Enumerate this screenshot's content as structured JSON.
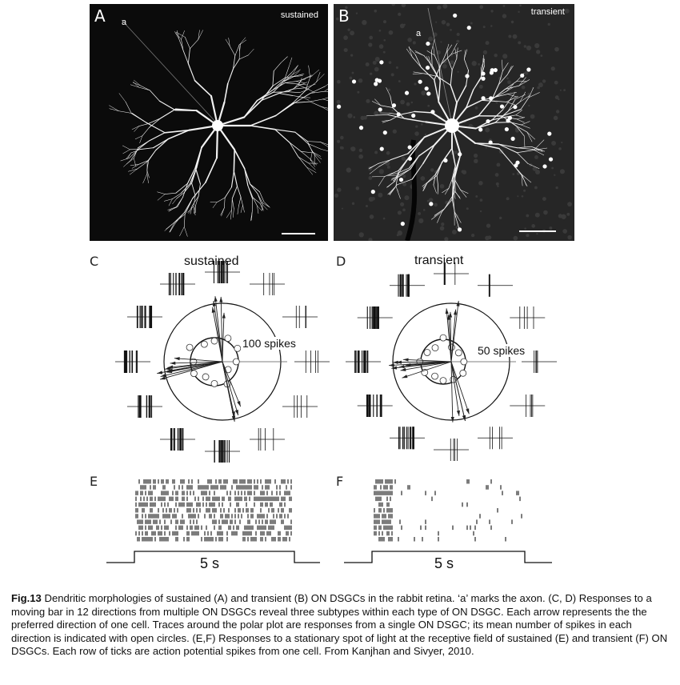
{
  "panels": {
    "A": {
      "letter": "A",
      "title": "sustained",
      "axon_label": "a"
    },
    "B": {
      "letter": "B",
      "title": "transient",
      "axon_label": "a"
    },
    "C": {
      "letter": "C",
      "title": "sustained",
      "scale_label": "100 spikes"
    },
    "D": {
      "letter": "D",
      "title": "transient",
      "scale_label": "50 spikes"
    },
    "E": {
      "letter": "E",
      "duration_label": "5 s"
    },
    "F": {
      "letter": "F",
      "duration_label": "5 s"
    }
  },
  "caption": {
    "figure_label": "Fig.13",
    "text": " Dendritic morphologies of sustained (A) and transient (B) ON DSGCs in the rabbit retina. ‘a’ marks the axon. (C, D) Responses to a moving bar in 12 directions from multiple ON DSGCs reveal three subtypes within each type of ON DSGC. Each arrow represents the the preferred direction of one cell. Traces around the polar plot are responses from a single ON DSGC; its mean number of spikes in each direction is indicated with open circles. (E,F) Responses to a stationary spot of light at the receptive field of sustained (E) and transient (F) ON DSGCs. Each row of ticks are action potential spikes from one cell. From Kanjhan and Sivyer, 2010."
  },
  "colors": {
    "photo_bg": "#0b0b0b",
    "ink": "#111111",
    "dendrite": "#ffffff"
  }
}
